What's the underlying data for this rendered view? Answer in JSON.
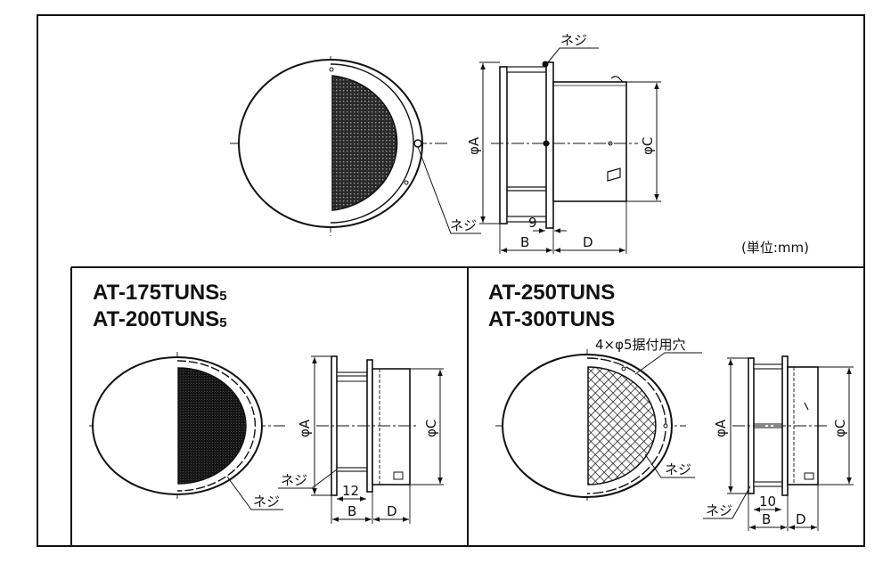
{
  "top": {
    "unit_label": "(単位:mm)",
    "screw_label_side": "ネジ",
    "screw_label_front": "ネジ",
    "phi_a": "φA",
    "phi_c": "φC",
    "dim_b": "B",
    "dim_d": "D",
    "dim_9": "9"
  },
  "left": {
    "model_1_base": "AT-175TUNS",
    "model_1_sub": "5",
    "model_2_base": "AT-200TUNS",
    "model_2_sub": "5",
    "screw_label_front": "ネジ",
    "screw_label_side": "ネジ",
    "phi_a": "φA",
    "phi_c": "φC",
    "dim_b": "B",
    "dim_d": "D",
    "dim_12": "12"
  },
  "right": {
    "model_1": "AT-250TUNS",
    "model_2": "AT-300TUNS",
    "mount_holes_label": "4×φ5据付用穴",
    "screw_label_front": "ネジ",
    "screw_label_side": "ネジ",
    "phi_a": "φA",
    "phi_c": "φC",
    "dim_b": "B",
    "dim_d": "D",
    "dim_10": "10"
  }
}
